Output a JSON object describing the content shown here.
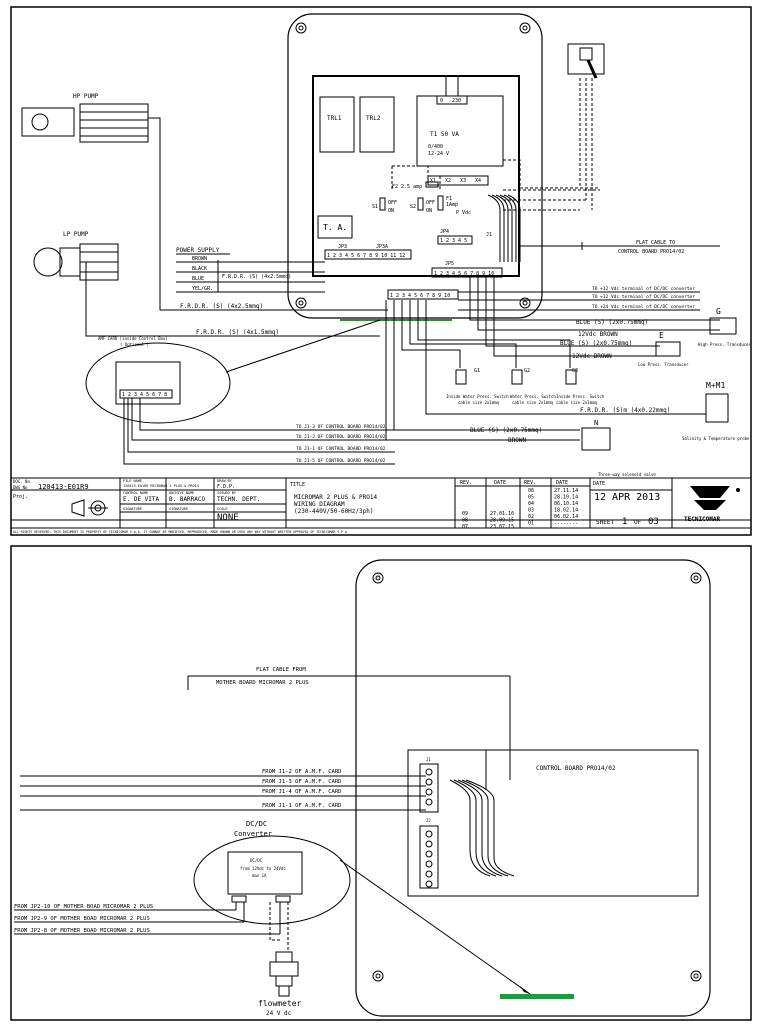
{
  "sheet1": {
    "components": {
      "hp_pump": "HP PUMP",
      "lp_pump": "LP PUMP",
      "power_supply": "POWER SUPPLY",
      "wires": [
        "BROWN",
        "BLACK",
        "BLUE",
        "YEL/GR."
      ],
      "frdr_supply": "F.R.D.R. (S) (4x2.5mmq)",
      "frdr_hp": "F.R.D.R. (S)    (4x2.5mmq)",
      "frdr_lp": "F.R.D.R. (S)    (4x1.5mmq)",
      "trl1": "TRL1",
      "trl2": "TRL2",
      "transformer": "T1 50 VA",
      "transformer_v1": "0/400",
      "transformer_v2": "12-24 V",
      "t0": "0",
      "t230": "230",
      "ta": "T. A.",
      "fuse2": "F2 2.5 amp",
      "fuse1": "F1",
      "fuse1_amp": "1Amp",
      "s1": "S1",
      "s2": "S2",
      "off": "OFF",
      "on": "ON",
      "vdc": "P Vdc",
      "x_terms": [
        "X1",
        "X2",
        "X3",
        "X4"
      ],
      "jp3": "JP3",
      "jp3a": "JP3A",
      "jp4": "JP4",
      "jp5": "JP5",
      "jp4_pins": "1 2 3 4 5",
      "flat_cable": "FLAT CABLE TO",
      "flat_cable2": "CONTROL BOARD PRO14/02",
      "dcdc": [
        "TO +12 Vdc terminal of DC/DC converter",
        "TO +12 Vdc terminal of DC/DC converter",
        "TO +24 Vdc terminal of DC/DC converter"
      ],
      "blue_s_1": "BLUE (S)  (2x0.75mmq)",
      "vdc_brown_1": "12Vdc  BROWN",
      "g": "G",
      "high_press": "High Press. Transducer",
      "blue_s_2": "BLUE  (S)  (2x0.75mmq)",
      "e": "E",
      "vdc_brown_2": "12Vdc  BROWN",
      "low_press": "Low Press. Transducer",
      "amf_card": "AMF CARD (inside Control Box)",
      "amf_card2": "( Optional )",
      "g1": "G1",
      "g2": "G2",
      "g3": "G3",
      "g1_label": "Inside Water Press. Switch",
      "g2_label": "Water Press. Switch",
      "g3_label": "Inside Press. Switch",
      "normally_open": "cable size 2x1mmq",
      "mm1": "M+M1",
      "frdr_m": "F.R.D.R. (S)m   (4x0.22mmq)",
      "salinity": "Salinity & Temperature probe",
      "blue_s_3": "BLUE (S)  (2x0.75mmq)",
      "n": "N",
      "brown": "BROWN",
      "three_way": "Three-way solenoid valve",
      "to_j1": [
        "TO J1-3 OF CONTROL BOARD PRO14/02",
        "TO J1-2 OF CONTROL BOARD PRO14/02",
        "TO J1-1 OF CONTROL BOARD PRO14/02",
        "TO J1-5 OF CONTROL BOARD PRO14/02"
      ],
      "jc": "J1"
    },
    "title_block": {
      "doc_label": "DOC. No",
      "dwg_label": "DWG No",
      "dwg_no": "120413-E01R9",
      "proj": "Proj.",
      "file_name_label": "FILE NAME",
      "file_name": "120413-E01R9 MICROMAR 2 PLUS & PRO14",
      "draw_by_label": "DRAW BY",
      "draw_by": "F.D.P.",
      "control_name_label": "CONTROL NAME",
      "control_name": "E. DE VITA",
      "archive_name_label": "ARCHIVE NAME",
      "archive_name": "B. BARRACO",
      "issued_by_label": "ISSUED BY",
      "issued_by": "TECHN. DEPT.",
      "signature": "SIGNATURE",
      "scale_label": "SCALE",
      "scale": "NONE",
      "title_label": "TITLE",
      "title_lines": [
        "MICROMAR 2 PLUS & PRO14",
        "WIRING DIAGRAM",
        "(230-440V/50-60Hz/3ph)"
      ],
      "rev_label": "REV.",
      "date_label": "DATE",
      "revs_left": [
        [
          "09",
          "27.01.16"
        ],
        [
          "08",
          "28.09.15"
        ],
        [
          "07",
          "23.07.15"
        ]
      ],
      "revs_right": [
        [
          "06",
          "27.11.14"
        ],
        [
          "05",
          "28.10.14"
        ],
        [
          "04",
          "06.10.14"
        ],
        [
          "03",
          "18.02.14"
        ],
        [
          "02",
          "06.02.14"
        ],
        [
          "01",
          "--------"
        ]
      ],
      "date_value": "12 APR 2013",
      "sheet_label": "SHEET",
      "sheet_value": "1",
      "sheet_of": "OF",
      "sheet_total": "03",
      "logo_text": "TECNICOMAR",
      "rights": "ALL RIGHTS RESERVED. THIS DOCUMENT IS PROPERTY OF TECNICOMAR S.p.A. IT CANNOT BE MODIFIED, REPRODUCED, MADE KNOWN OR USED ANY WAY WITHOUT WRITTEN APPROVAL OF TECNICOMAR S.P.A."
    }
  },
  "sheet2": {
    "flat_cable_from": "FLAT CABLE FROM",
    "mother_board": "MOTHER BOARD MICROMAR 2 PLUS",
    "from_j1": [
      "FROM J1-2 OF A.M.F. CARD",
      "FROM J1-3 OF A.M.F. CARD",
      "FROM J1-4 OF A.M.F. CARD",
      "FROM J1-1 OF A.M.F. CARD"
    ],
    "control_board": "CONTROL BOARD PRO14/02",
    "j1": "J1",
    "j2": "J2",
    "dcdc_title1": "DC/DC",
    "dcdc_title2": "Converter",
    "dcdc_inner": [
      "DC/DC",
      "from 12Vdc to 24Vdc",
      "max 1A"
    ],
    "from_jp2": [
      "FROM JP2-10 OF MOTHER BOAD MICROMAR 2 PLUS",
      "FROM JP2-9 OF MOTHER BOAD MICROMAR 2 PLUS",
      "FROM JP2-8 OF MOTHER BOAD MICROMAR 2 PLUS"
    ],
    "flowmeter": "flowmeter",
    "flowmeter_v": "24 V dc"
  },
  "colors": {
    "line": "#000000",
    "green_wire": "#2e8b2e",
    "green_bar": "#1f9a3a"
  }
}
